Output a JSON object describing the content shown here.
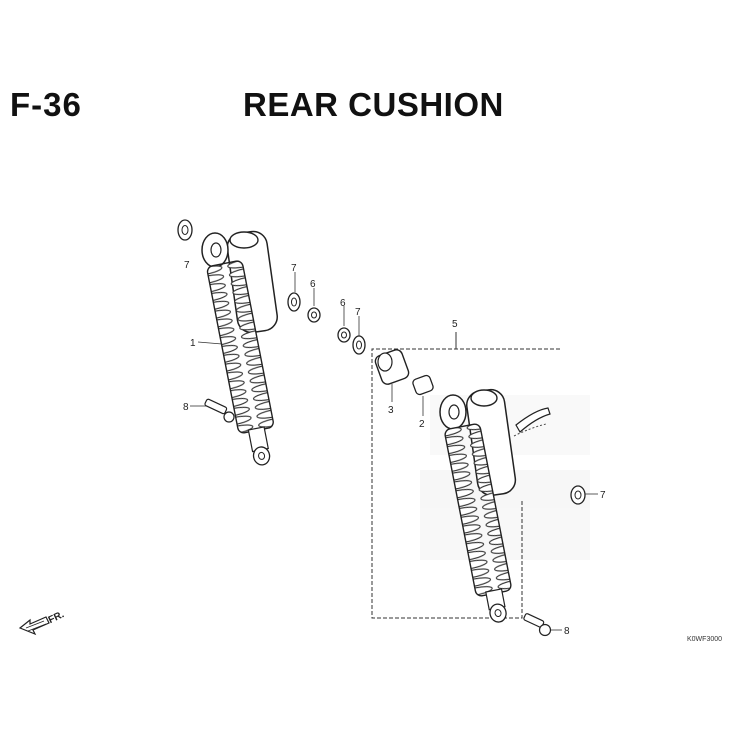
{
  "header": {
    "code": "F-36",
    "title": "REAR CUSHION"
  },
  "callouts": {
    "c1": "1",
    "c2": "2",
    "c3": "3",
    "c5": "5",
    "c6a": "6",
    "c6b": "6",
    "c7a": "7",
    "c7b": "7",
    "c7c": "7",
    "c7d": "7",
    "c8a": "8",
    "c8b": "8"
  },
  "front_marker": "FR.",
  "reference_code": "K0WF3000"
}
